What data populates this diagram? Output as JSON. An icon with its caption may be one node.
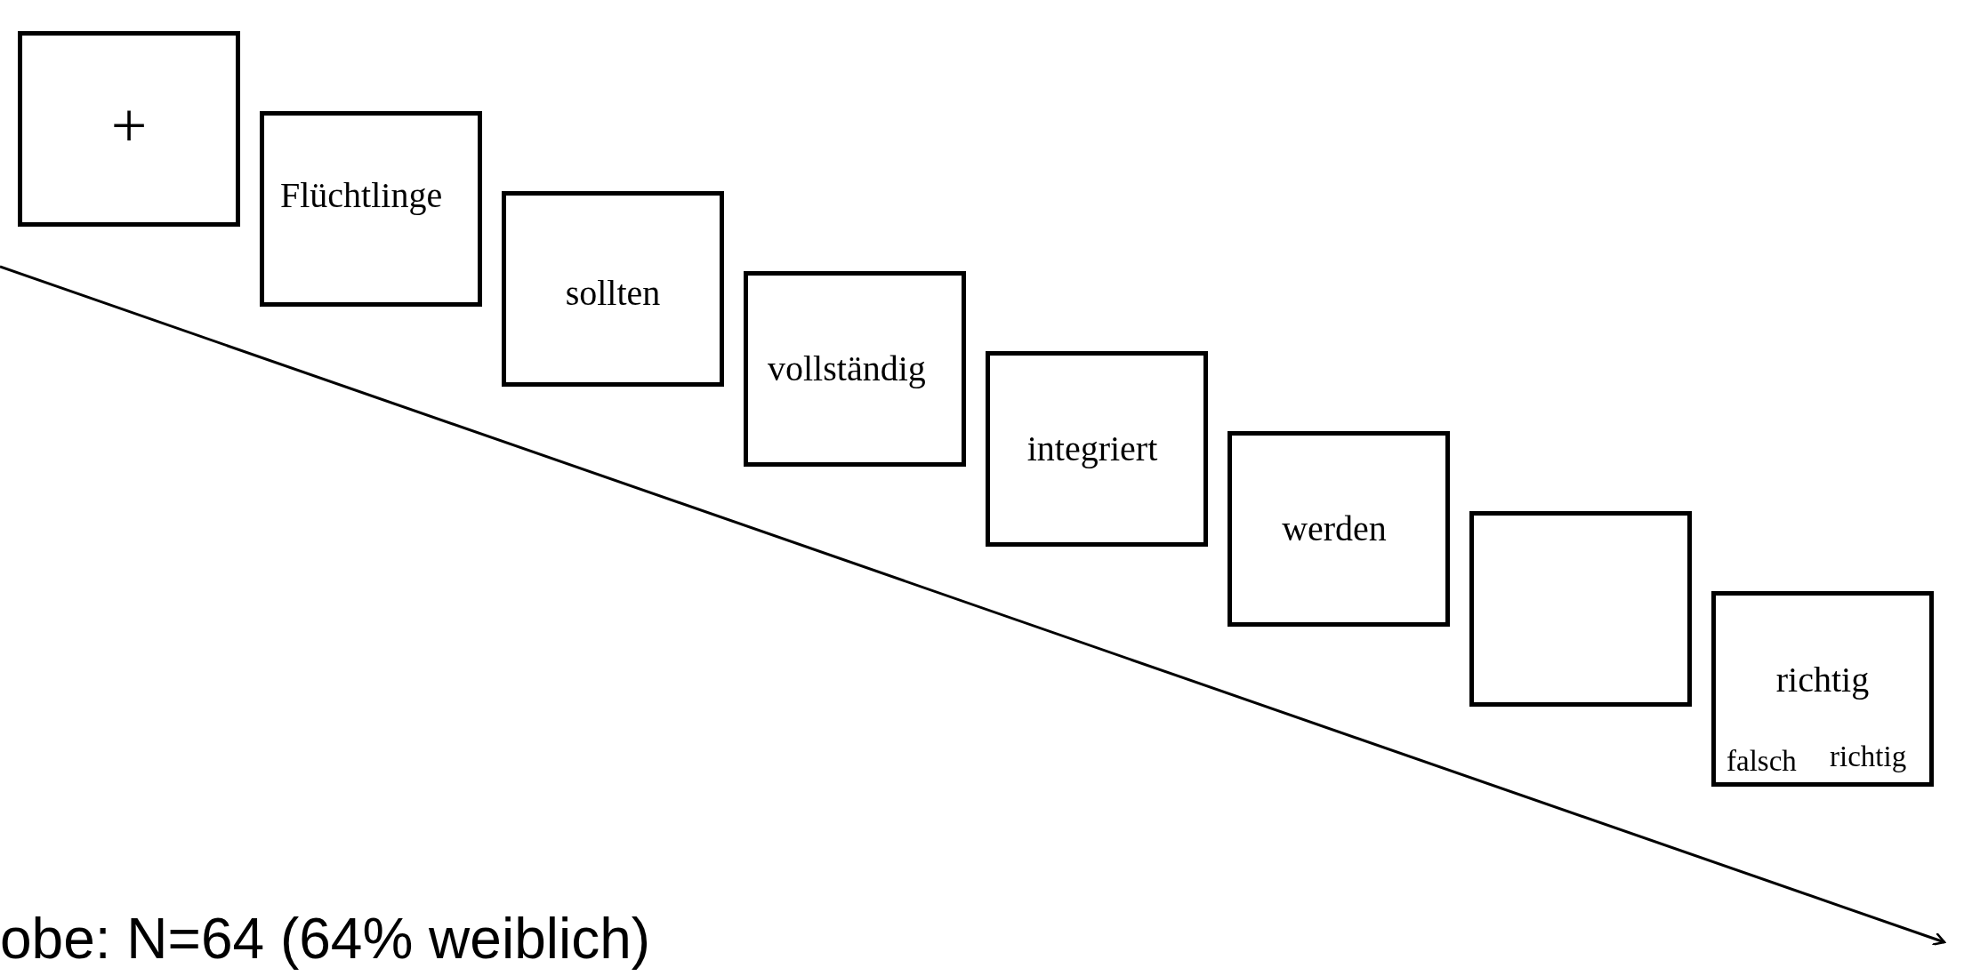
{
  "diagram": {
    "nodes": [
      {
        "text": [
          "+"
        ]
      },
      {
        "text": [
          "Flüchtlinge"
        ]
      },
      {
        "text": [
          "sollten"
        ]
      },
      {
        "text": [
          "vollständig"
        ]
      },
      {
        "text": [
          "integriert"
        ]
      },
      {
        "text": [
          "werden"
        ]
      },
      {
        "text": [],
        "shape": "box"
      },
      {
        "text": [
          "richtig",
          "falsch",
          "richtig"
        ]
      }
    ],
    "labels": [
      "obe: N=64 (64% weiblich)"
    ]
  }
}
